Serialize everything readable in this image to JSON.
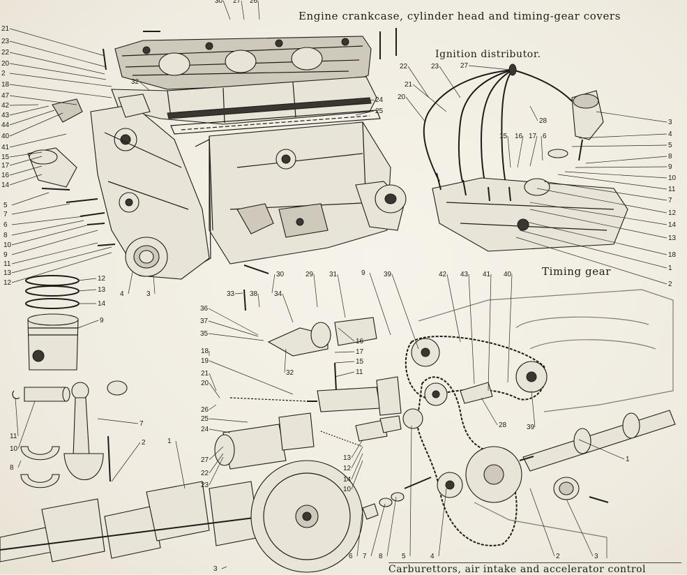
{
  "captions": {
    "engine": "Engine crankcase, cylinder head and timing-gear covers",
    "ignition": "Ignition distributor.",
    "timing": "Timing gear",
    "carburettors": "Carburettors, air intake and accelerator control"
  },
  "callouts": [
    {
      "t": "30"
    },
    {
      "t": "27"
    },
    {
      "t": "26"
    },
    {
      "t": "21"
    },
    {
      "t": "23"
    },
    {
      "t": "22"
    },
    {
      "t": "20"
    },
    {
      "t": "2"
    },
    {
      "t": "18"
    },
    {
      "t": "47"
    },
    {
      "t": "42"
    },
    {
      "t": "43"
    },
    {
      "t": "44"
    },
    {
      "t": "40"
    },
    {
      "t": "41"
    },
    {
      "t": "15"
    },
    {
      "t": "17"
    },
    {
      "t": "16"
    },
    {
      "t": "14"
    },
    {
      "t": "5"
    },
    {
      "t": "7"
    },
    {
      "t": "6"
    },
    {
      "t": "8"
    },
    {
      "t": "10"
    },
    {
      "t": "9"
    },
    {
      "t": "11"
    },
    {
      "t": "13"
    },
    {
      "t": "12"
    },
    {
      "t": "32"
    },
    {
      "t": "24"
    },
    {
      "t": "25"
    },
    {
      "t": "4"
    },
    {
      "t": "3"
    },
    {
      "t": "22"
    },
    {
      "t": "23"
    },
    {
      "t": "27"
    },
    {
      "t": "21"
    },
    {
      "t": "20"
    },
    {
      "t": "28"
    },
    {
      "t": "15"
    },
    {
      "t": "16"
    },
    {
      "t": "17"
    },
    {
      "t": "6"
    },
    {
      "t": "3"
    },
    {
      "t": "4"
    },
    {
      "t": "5"
    },
    {
      "t": "8"
    },
    {
      "t": "9"
    },
    {
      "t": "10"
    },
    {
      "t": "11"
    },
    {
      "t": "7"
    },
    {
      "t": "12"
    },
    {
      "t": "14"
    },
    {
      "t": "13"
    },
    {
      "t": "18"
    },
    {
      "t": "1"
    },
    {
      "t": "2"
    },
    {
      "t": "12"
    },
    {
      "t": "13"
    },
    {
      "t": "14"
    },
    {
      "t": "9"
    },
    {
      "t": "11"
    },
    {
      "t": "10"
    },
    {
      "t": "7"
    },
    {
      "t": "8"
    },
    {
      "t": "2"
    },
    {
      "t": "1"
    },
    {
      "t": "30"
    },
    {
      "t": "29"
    },
    {
      "t": "31"
    },
    {
      "t": "9"
    },
    {
      "t": "39"
    },
    {
      "t": "33"
    },
    {
      "t": "38"
    },
    {
      "t": "34"
    },
    {
      "t": "36"
    },
    {
      "t": "37"
    },
    {
      "t": "35"
    },
    {
      "t": "32"
    },
    {
      "t": "16"
    },
    {
      "t": "17"
    },
    {
      "t": "15"
    },
    {
      "t": "11"
    },
    {
      "t": "18"
    },
    {
      "t": "19"
    },
    {
      "t": "21"
    },
    {
      "t": "20"
    },
    {
      "t": "26"
    },
    {
      "t": "25"
    },
    {
      "t": "24"
    },
    {
      "t": "27"
    },
    {
      "t": "22"
    },
    {
      "t": "23"
    },
    {
      "t": "13"
    },
    {
      "t": "12"
    },
    {
      "t": "14"
    },
    {
      "t": "10"
    },
    {
      "t": "6"
    },
    {
      "t": "7"
    },
    {
      "t": "8"
    },
    {
      "t": "5"
    },
    {
      "t": "4"
    },
    {
      "t": "42"
    },
    {
      "t": "43"
    },
    {
      "t": "41"
    },
    {
      "t": "40"
    },
    {
      "t": "28"
    },
    {
      "t": "39"
    },
    {
      "t": "1"
    },
    {
      "t": "2"
    },
    {
      "t": "3"
    },
    {
      "t": "3"
    }
  ]
}
